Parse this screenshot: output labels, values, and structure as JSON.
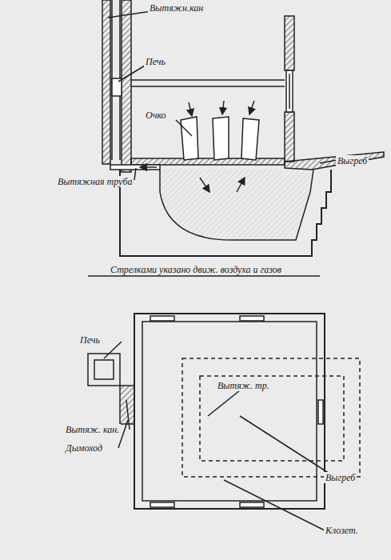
{
  "diagram": {
    "caption": "Стрелками указано движ. воздуха и газов",
    "labels": [
      "Вытяжн.кан",
      "Печь",
      "Очко",
      "Выгреб",
      "Вытяжная труба",
      "Печь",
      "Вытяж. тр.",
      "Вытяж. кан.",
      "Дымоход",
      "Выгреб",
      "Клозет."
    ]
  }
}
